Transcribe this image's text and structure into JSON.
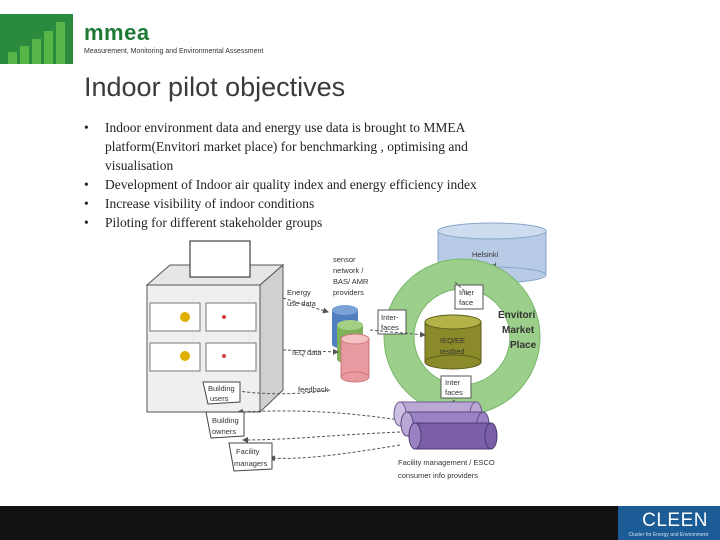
{
  "header": {
    "brand": "mmea",
    "brand_subtitle": "Measurement, Monitoring and Environmental Assessment"
  },
  "slide": {
    "title": "Indoor pilot objectives",
    "bullet_char": "•",
    "bullets": [
      {
        "lines": [
          "Indoor environment data and energy use data is brought to MMEA",
          "platform(Envitori market place)  for benchmarking , optimising and",
          "visualisation"
        ]
      },
      {
        "lines": [
          "Development  of  Indoor  air quality index and energy efficiency index"
        ]
      },
      {
        "lines": [
          "Increase visibility of indoor conditions"
        ]
      },
      {
        "lines": [
          "Piloting  for different stakeholder groups"
        ]
      }
    ]
  },
  "diagram": {
    "helsinki": [
      "Helsinki",
      "testbed"
    ],
    "sensor": [
      "sensor",
      "network /",
      "BAS/ AMR",
      "providers"
    ],
    "energy_use": [
      "Energy",
      "use data"
    ],
    "ieq_data": "IEQ data",
    "feedback": "feedback",
    "interface_top": [
      "Inter",
      "face"
    ],
    "interfaces_left": [
      "Inter-",
      "faces"
    ],
    "interface_bottom": [
      "Inter",
      "faces"
    ],
    "envitori": [
      "Envitori",
      "Market",
      "Place"
    ],
    "ieq_ee": [
      "IEQ/EE",
      "testbed"
    ],
    "building_users": [
      "Building",
      "users"
    ],
    "building_owners": [
      "Building",
      "owners"
    ],
    "facility_managers": [
      "Facility",
      "managers"
    ],
    "consumer_providers": [
      "Facility management  / ESCO",
      "consumer  info providers"
    ]
  },
  "footer": {
    "logo": "CLEEN",
    "logo_subtitle": "Cluster for Energy and Environment"
  },
  "colors": {
    "brand_green": "#1f7a36",
    "logo_green": "#2a8a3e",
    "envitori_ring": "#9ccf8b",
    "helsinki_blue": "#b7cbe6",
    "purple": "#7b5fa8",
    "cleen_blue": "#1b5c96"
  }
}
